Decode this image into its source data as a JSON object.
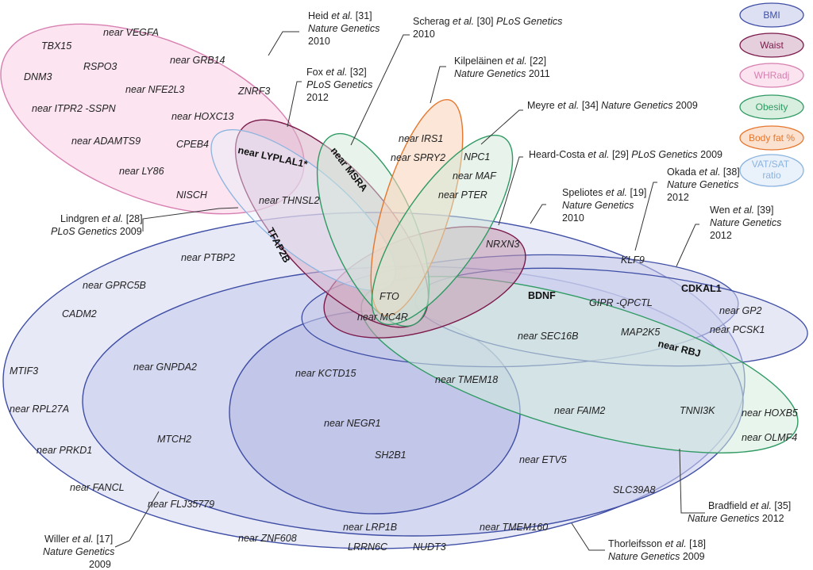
{
  "legend": [
    {
      "key": "bmi",
      "label": "BMI",
      "stroke": "#3f4ea5",
      "fill": "#dde0f3",
      "text": "#3f4ea5"
    },
    {
      "key": "waist",
      "label": "Waist",
      "stroke": "#7b1a4b",
      "fill": "#e6cfdc",
      "text": "#7b1a4b"
    },
    {
      "key": "whradj",
      "label": "WHRadj",
      "stroke": "#d77fb0",
      "fill": "#fbe3ef",
      "text": "#d77fb0"
    },
    {
      "key": "obesity",
      "label": "Obesity",
      "stroke": "#2f9a63",
      "fill": "#d8eedf",
      "text": "#2f9a63"
    },
    {
      "key": "bodyfat",
      "label": "Body fat %",
      "stroke": "#e6772e",
      "fill": "#fbe1cf",
      "text": "#e6772e"
    },
    {
      "key": "vatsat",
      "label_line1": "VAT/SAT",
      "label_line2": "ratio",
      "stroke": "#8cb4df",
      "fill": "#e9f1fb",
      "text": "#8cb4df"
    }
  ],
  "genes": {
    "whradj": [
      "TBX15",
      "near VEGFA",
      "RSPO3",
      "near GRB14",
      "DNM3",
      "near NFE2L3",
      "near ITPR2  -SSPN",
      "ZNRF3",
      "near HOXC13",
      "near ADAMTS9",
      "CPEB4",
      "near LY86",
      "NISCH"
    ],
    "waist": [
      "near LYPLAL1*",
      "near MSRA",
      "TFAP2B",
      "NRXN3"
    ],
    "vatsat": [
      "near  THNSL2"
    ],
    "bodyfat": [
      "near IRS1",
      "near SPRY2"
    ],
    "obesity": [
      "NPC1",
      "near MAF",
      "near PTER"
    ],
    "center": [
      "FTO",
      "near  MC4R",
      "BDNF"
    ],
    "bmi_upper": [
      "KLF9",
      "CDKAL1",
      "GIPR -QPCTL",
      "near GP2",
      "near PCSK1",
      "MAP2K5",
      "near RBJ",
      "near SEC16B",
      "TNNI3K",
      "near HOXB5",
      "near OLMF4"
    ],
    "bmi_main": [
      "near PTBP2",
      "near GPRC5B",
      "CADM2",
      "MTIF3",
      "near RPL27A",
      "near PRKD1",
      "near FANCL",
      "near  GNPDA2",
      "MTCH2",
      "near KCTD15",
      "near TMEM18",
      "near  NEGR1",
      "SH2B1",
      "near FAIM2",
      "near ETV5",
      "SLC39A8",
      "near FLJ35779",
      "near ZNF608",
      "near  LRP1B",
      "LRRN6C",
      "NUDT3",
      "near TMEM160"
    ]
  },
  "citations": {
    "heid": {
      "author": "Heid",
      "etal": "et al.",
      "ref": "[31]",
      "journal": "Nature Genetics",
      "year": "2010"
    },
    "scherag": {
      "author": "Scherag",
      "etal": "et al.",
      "ref": "[30]",
      "journal": "PLoS Genetics",
      "year": "2010"
    },
    "kilpelainen": {
      "author": "Kilpeläinen",
      "etal": "et al.",
      "ref": "[22]",
      "journal": "Nature Genetics",
      "year": "2011"
    },
    "fox": {
      "author": "Fox",
      "etal": "et al.",
      "ref": "[32]",
      "journal": "PLoS Genetics",
      "year": "2012"
    },
    "meyre": {
      "author": "Meyre",
      "etal": "et al.",
      "ref": "[34]",
      "journal": "Nature Genetics",
      "year": "2009"
    },
    "heardcosta": {
      "author": "Heard-Costa",
      "etal": "et al.",
      "ref": "[29]",
      "journal": "PLoS Genetics",
      "year": "2009"
    },
    "okada": {
      "author": "Okada",
      "etal": "et al.",
      "ref": "[38]",
      "journal": "Nature Genetics",
      "year": "2012"
    },
    "speliotes": {
      "author": "Speliotes",
      "etal": "et al.",
      "ref": "[19]",
      "journal": "Nature Genetics",
      "year": "2010"
    },
    "wen": {
      "author": "Wen",
      "etal": "et al.",
      "ref": "[39]",
      "journal": "Nature Genetics",
      "year": "2012"
    },
    "lindgren": {
      "author": "Lindgren",
      "etal": "et al.",
      "ref": "[28]",
      "journal": "PLoS Genetics",
      "year": "2009"
    },
    "bradfield": {
      "author": "Bradfield",
      "etal": "et al.",
      "ref": "[35]",
      "journal": "Nature Genetics",
      "year": "2012"
    },
    "willer": {
      "author": "Willer",
      "etal": "et al.",
      "ref": "[17]",
      "journal": "Nature Genetics",
      "year": "2009"
    },
    "thorleifsson": {
      "author": "Thorleifsson",
      "etal": "et al.",
      "ref": "[18]",
      "journal": "Nature Genetics",
      "year": "2009"
    }
  }
}
